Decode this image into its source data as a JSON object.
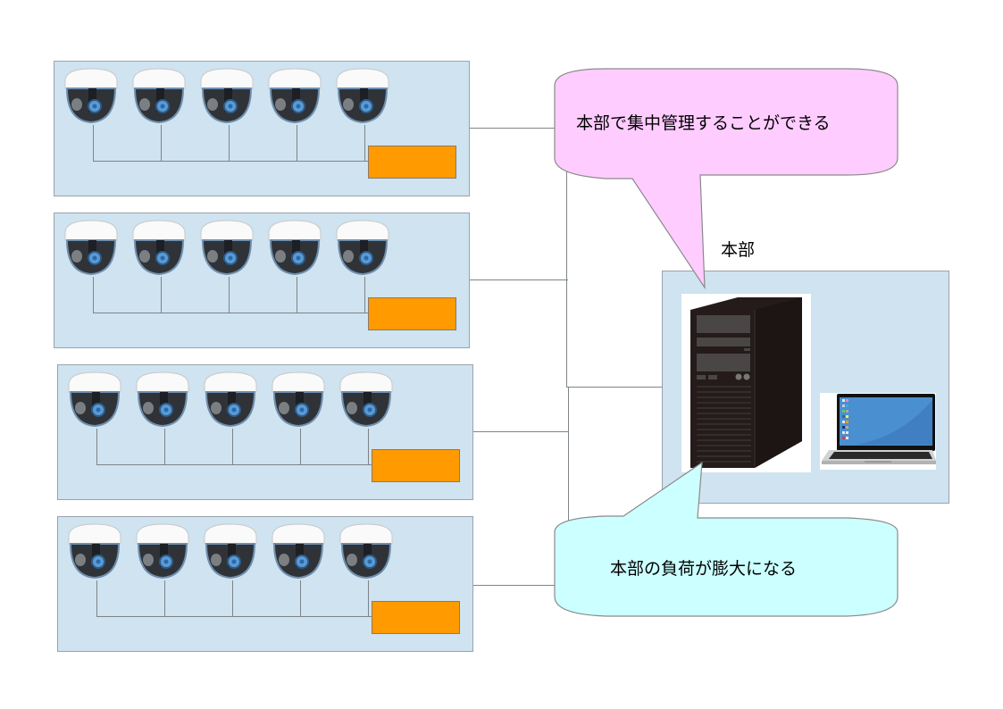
{
  "diagram": {
    "hq": {
      "label": "本部",
      "devices": [
        "server-tower",
        "laptop"
      ]
    },
    "sites": [
      {
        "cameras": 5,
        "recorder": "controller"
      },
      {
        "cameras": 5,
        "recorder": "controller"
      },
      {
        "cameras": 5,
        "recorder": "controller"
      },
      {
        "cameras": 5,
        "recorder": "controller"
      }
    ],
    "callouts": {
      "pros": {
        "text": "本部で集中管理することができる",
        "color": "#ffccff"
      },
      "cons": {
        "text": "本部の負荷が膨大になる",
        "color": "#ccffff"
      }
    },
    "colors": {
      "site_fill": "#cfe3f0",
      "controller": "#ff9a00",
      "line": "#7e8488"
    }
  }
}
